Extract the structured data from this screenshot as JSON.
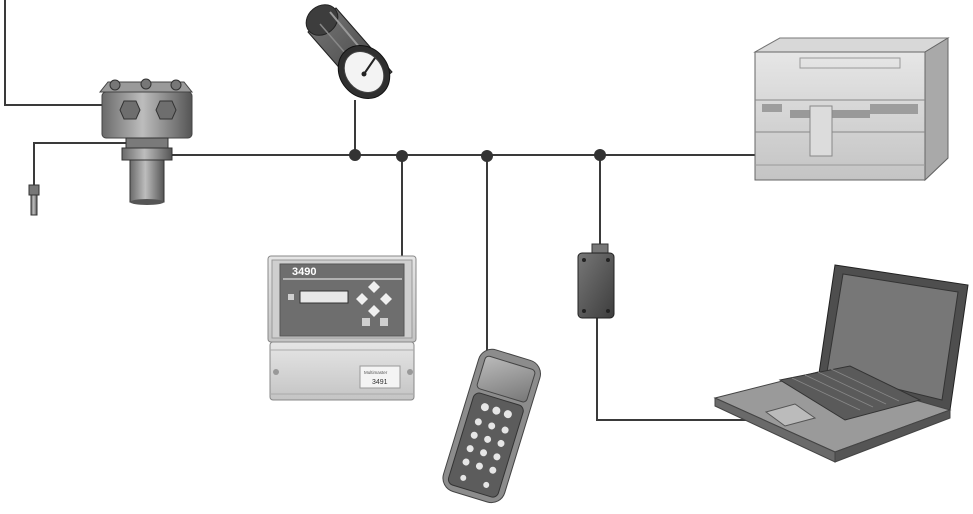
{
  "controller": {
    "model_label": "3490"
  },
  "relay_unit": {
    "model_label": "3491",
    "brand_label": "Multimaster"
  },
  "colors": {
    "wire": "#3a3a3a",
    "device_dark": "#5a5a5a",
    "device_mid": "#8a8a8a",
    "device_light": "#cfcfcf",
    "panel_text": "#ffffff"
  },
  "icons": [
    "ultrasonic-transducer-icon",
    "temperature-probe-icon",
    "display-gauge-icon",
    "controller-3490-icon",
    "handheld-communicator-icon",
    "interface-adapter-icon",
    "plc-icon",
    "laptop-icon"
  ]
}
